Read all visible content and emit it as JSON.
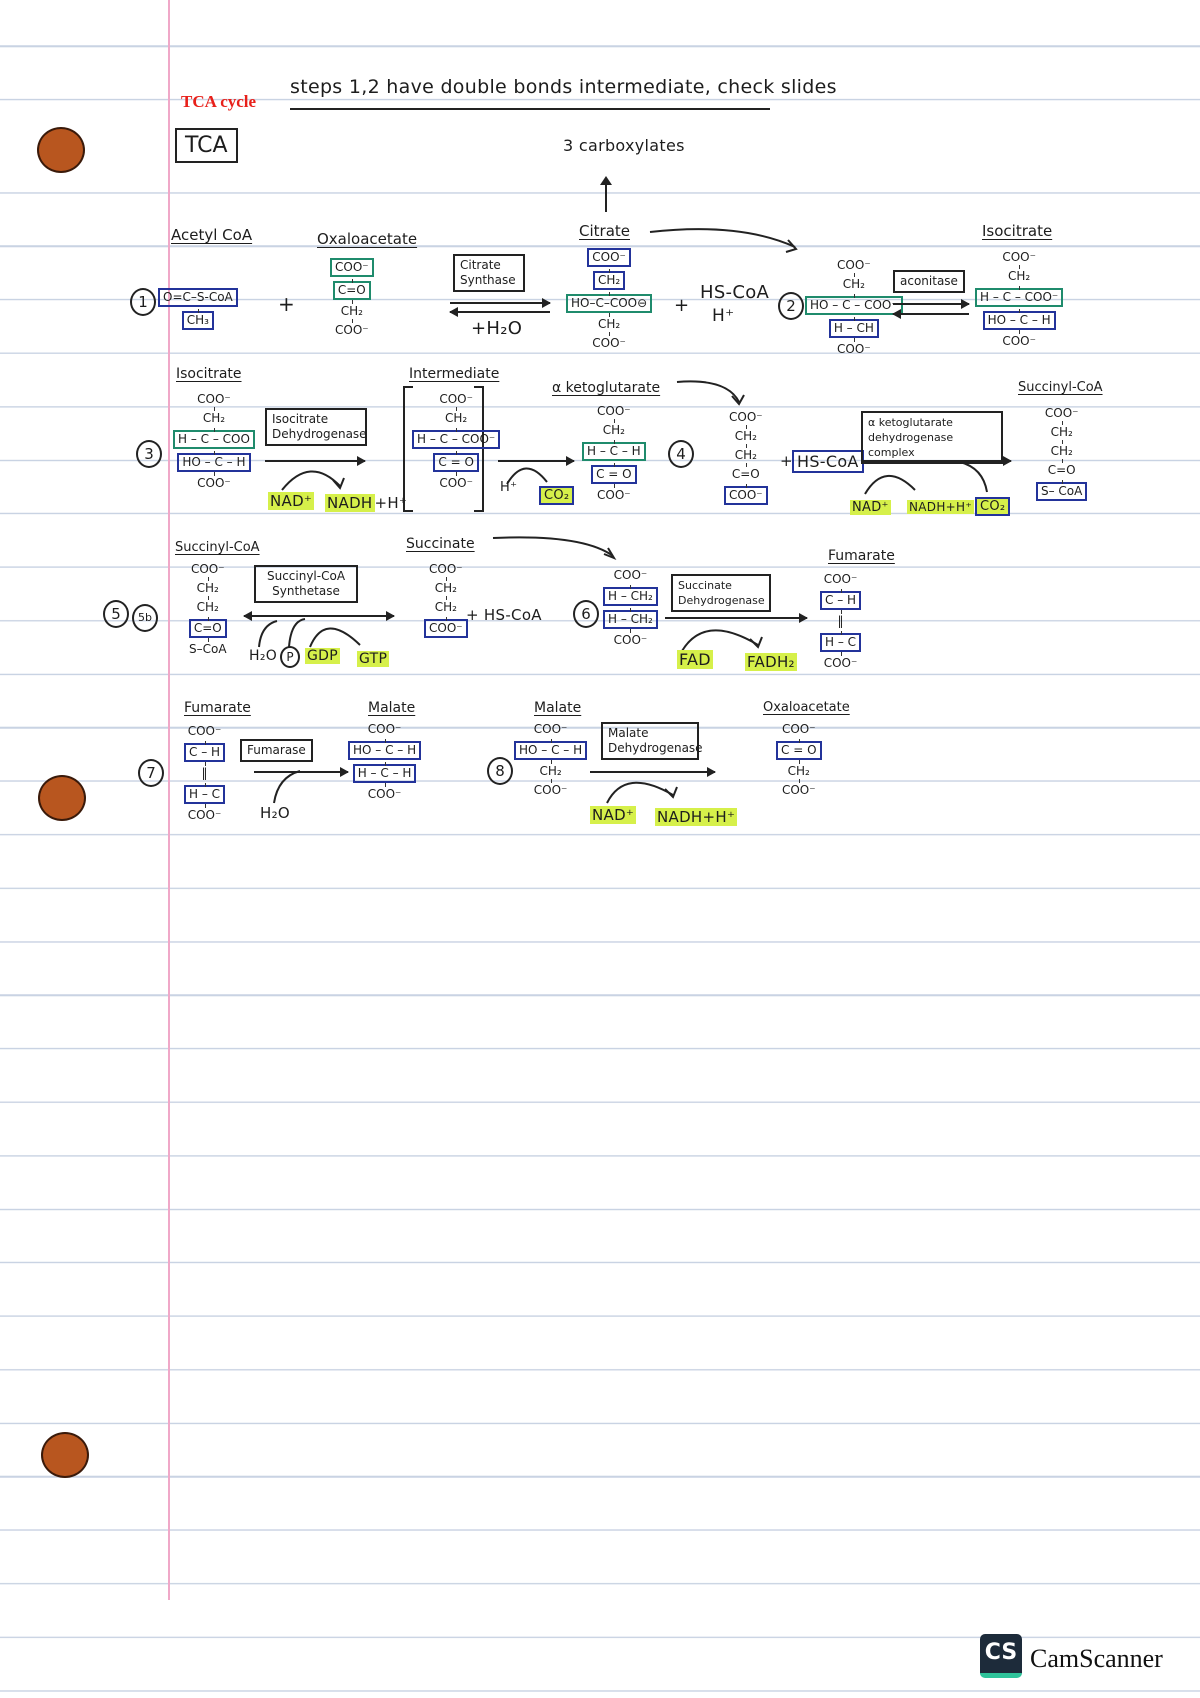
{
  "header": {
    "red_label": "TCA cycle",
    "note": "steps 1,2 have double bonds intermediate, check slides",
    "tca_box": "TCA",
    "carboxylates": "3 carboxylates"
  },
  "steps": [
    "1",
    "2",
    "3",
    "4",
    "5",
    "5b",
    "6",
    "7",
    "8"
  ],
  "labels": {
    "acetyl_coa": "Acetyl CoA",
    "oxaloacetate": "Oxaloacetate",
    "citrate": "Citrate",
    "isocitrate": "Isocitrate",
    "isocitrate_2": "Isocitrate",
    "intermediate": "Intermediate",
    "a_ketoglutarate": "α ketoglutarate",
    "succinyl_coa": "Succinyl-CoA",
    "succinyl_coa_2": "Succinyl-CoA",
    "succinate": "Succinate",
    "fumarate": "Fumarate",
    "fumarate_2": "Fumarate",
    "malate": "Malate",
    "malate_2": "Malate",
    "oxaloacetate_2": "Oxaloacetate"
  },
  "molecules": {
    "acetyl_coa": [
      {
        "t": "O=C–S-CoA",
        "box": "blue"
      },
      {
        "t": "CH₃",
        "box": "blue"
      }
    ],
    "oxaloacetate": [
      {
        "t": "COO⁻",
        "box": "green"
      },
      {
        "t": "C=O",
        "box": "green"
      },
      {
        "t": "CH₂"
      },
      {
        "t": "COO⁻"
      }
    ],
    "citrate": [
      {
        "t": "COO⁻",
        "box": "blue"
      },
      {
        "t": "CH₂",
        "box": "blue"
      },
      {
        "t": "HO–C–COO⊖",
        "box": "green"
      },
      {
        "t": "CH₂"
      },
      {
        "t": "COO⁻"
      }
    ],
    "cis_aconitate": [
      {
        "t": "COO⁻"
      },
      {
        "t": "CH₂"
      },
      {
        "t": "HO – C – COO⁻",
        "box": "green"
      },
      {
        "t": "H – CH",
        "box": "blue"
      },
      {
        "t": "COO⁻"
      }
    ],
    "isocitrate": [
      {
        "t": "COO⁻"
      },
      {
        "t": "CH₂"
      },
      {
        "t": "H – C – COO⁻",
        "box": "green"
      },
      {
        "t": "HO – C – H",
        "box": "blue"
      },
      {
        "t": "COO⁻"
      }
    ],
    "isocitrate_2": [
      {
        "t": "COO⁻"
      },
      {
        "t": "CH₂"
      },
      {
        "t": "H – C – COO",
        "box": "green"
      },
      {
        "t": "HO – C – H",
        "box": "blue"
      },
      {
        "t": "COO⁻"
      }
    ],
    "intermediate": [
      {
        "t": "COO⁻"
      },
      {
        "t": "CH₂"
      },
      {
        "t": "H – C – COO⁻",
        "box": "blue"
      },
      {
        "t": "C = O",
        "box": "blue"
      },
      {
        "t": "COO⁻"
      }
    ],
    "a_ketoglutarate": [
      {
        "t": "COO⁻"
      },
      {
        "t": "CH₂"
      },
      {
        "t": "H – C – H",
        "box": "green"
      },
      {
        "t": "C = O",
        "box": "blue"
      },
      {
        "t": "COO⁻"
      }
    ],
    "a_ketoglutarate_2": [
      {
        "t": "COO⁻"
      },
      {
        "t": "CH₂"
      },
      {
        "t": "CH₂"
      },
      {
        "t": "C=O"
      },
      {
        "t": "COO⁻",
        "box": "blue"
      }
    ],
    "succinyl_coa": [
      {
        "t": "COO⁻"
      },
      {
        "t": "CH₂"
      },
      {
        "t": "CH₂"
      },
      {
        "t": "C=O"
      },
      {
        "t": "S– CoA",
        "box": "blue"
      }
    ],
    "succinyl_coa_2": [
      {
        "t": "COO⁻"
      },
      {
        "t": "CH₂"
      },
      {
        "t": "CH₂"
      },
      {
        "t": "C=O",
        "box": "blue"
      },
      {
        "t": "S–CoA"
      }
    ],
    "succinate": [
      {
        "t": "COO⁻"
      },
      {
        "t": "CH₂"
      },
      {
        "t": "CH₂"
      },
      {
        "t": "COO⁻",
        "box": "blue"
      }
    ],
    "succinate_2": [
      {
        "t": "COO⁻"
      },
      {
        "t": "H – CH₂",
        "box": "blue"
      },
      {
        "t": "H – CH₂",
        "box": "blue"
      },
      {
        "t": "COO⁻"
      }
    ],
    "fumarate": [
      {
        "t": "COO⁻"
      },
      {
        "t": "C – H",
        "box": "blue"
      },
      {
        "t": "‖"
      },
      {
        "t": "H – C",
        "box": "blue"
      },
      {
        "t": "COO⁻"
      }
    ],
    "fumarate_2": [
      {
        "t": "COO⁻"
      },
      {
        "t": "C – H",
        "box": "blue"
      },
      {
        "t": "‖"
      },
      {
        "t": "H – C",
        "box": "blue"
      },
      {
        "t": "COO⁻"
      }
    ],
    "malate": [
      {
        "t": "COO⁻"
      },
      {
        "t": "HO – C – H",
        "box": "blue"
      },
      {
        "t": "H – C – H",
        "box": "blue"
      },
      {
        "t": "COO⁻"
      }
    ],
    "malate_2": [
      {
        "t": "COO⁻"
      },
      {
        "t": "HO – C – H",
        "box": "blue"
      },
      {
        "t": "CH₂"
      },
      {
        "t": "COO⁻"
      }
    ],
    "oxaloacetate_2": [
      {
        "t": "COO⁻"
      },
      {
        "t": "C = O",
        "box": "blue"
      },
      {
        "t": "CH₂"
      },
      {
        "t": "COO⁻"
      }
    ]
  },
  "enzymes": {
    "citrate_synthase": "Citrate Synthase",
    "aconitase": "aconitase",
    "isocitrate_dh": "Isocitrate Dehydrogenase",
    "akg_dh": "α ketoglutarate dehydrogenase complex",
    "succinyl_coa_synthetase": "Succinyl-CoA Synthetase",
    "succinate_dh": "Succinate Dehydrogenase",
    "fumarase": "Fumarase",
    "malate_dh": "Malate Dehydrogenase"
  },
  "species": {
    "plus": "+",
    "h2o_1": "+H₂O",
    "hs_coa_1": "HS-CoA",
    "h_plus_1": "H⁺",
    "nad_3": "NAD⁺",
    "nadh_3": "NADH",
    "nadh_3_tail": "+H⁺",
    "h_plus_3": "H⁺",
    "co2_3": "CO₂",
    "hs_coa_4": "HS-CoA",
    "nad_4": "NAD⁺",
    "nadh_4": "NADH+H⁺",
    "co2_4": "CO₂",
    "h2o_5": "H₂O",
    "p_5": "P",
    "gdp_5": "GDP",
    "gtp_5": "GTP",
    "hs_coa_5": "+ HS-CoA",
    "fad_6": "FAD",
    "fadh2_6": "FADH₂",
    "h2o_7": "H₂O",
    "nad_8": "NAD⁺",
    "nadh_8": "NADH+H⁺"
  },
  "colors": {
    "highlight": "#d6f04a",
    "box_blue": "#23339a",
    "box_green": "#1f8b6c",
    "header_red": "#e8201a",
    "hole": "#b8561f"
  },
  "footer": {
    "logo_mark": "CS",
    "brand": "CamScanner"
  }
}
